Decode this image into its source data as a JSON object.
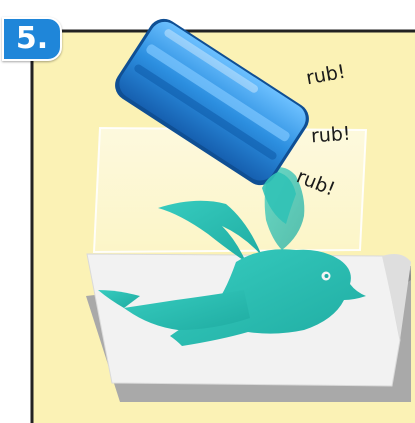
{
  "step": {
    "label": "5."
  },
  "annotations": {
    "rub1": "rub!",
    "rub2": "rub!",
    "rub3": "rub!"
  },
  "colors": {
    "panel_bg": "#fbf2b5",
    "panel_border": "#222222",
    "badge": "#1f86d9",
    "squeegee": "#2c8fe0",
    "bird": "#2fc0b4",
    "backing_paper": "#f2f2f2",
    "backing_shadow": "#a9a9a9"
  },
  "icons": [
    "squeegee-icon",
    "swallow-decal-icon"
  ]
}
